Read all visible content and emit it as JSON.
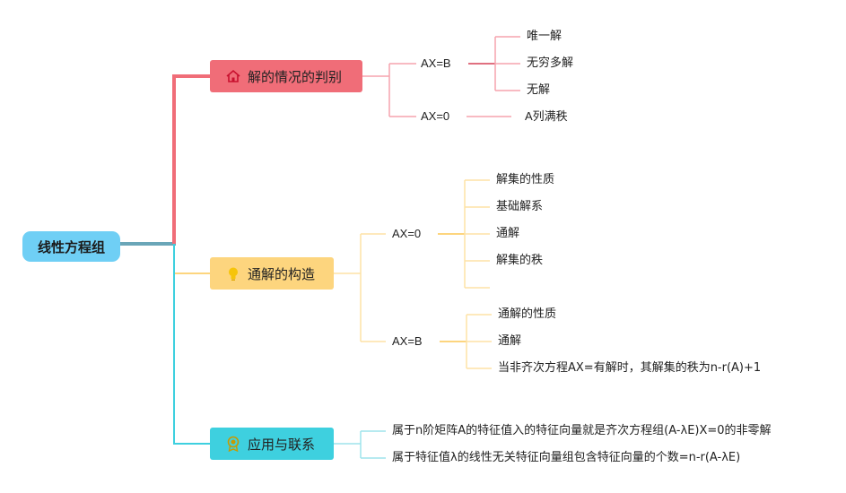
{
  "root": {
    "label": "线性方程组"
  },
  "branches": [
    {
      "label": "解的情况的判别",
      "icon": "home-icon",
      "color": "#f06d78",
      "groups": [
        {
          "label": "AX=B",
          "items": [
            "唯一解",
            "无穷多解",
            "无解"
          ]
        },
        {
          "label": "AX=0",
          "items": [
            "A列满秩"
          ]
        }
      ]
    },
    {
      "label": "通解的构造",
      "icon": "lightbulb-icon",
      "color": "#fdd57e",
      "groups": [
        {
          "label": "AX=0",
          "items": [
            "解集的性质",
            "基础解系",
            "通解",
            "解集的秩",
            ""
          ]
        },
        {
          "label": "AX=B",
          "items": [
            "通解的性质",
            "通解",
            "当非齐次方程AX=有解时，其解集的秩为n-r(A)+1"
          ]
        }
      ]
    },
    {
      "label": "应用与联系",
      "icon": "award-icon",
      "color": "#3ed0df",
      "items": [
        "属于n阶矩阵A的特征值入的特征向量就是齐次方程组(A-λE)X=0的非零解",
        "属于特征值λ的线性无关特征向量组包含特征向量的个数=n-r(A-λE)"
      ]
    }
  ]
}
